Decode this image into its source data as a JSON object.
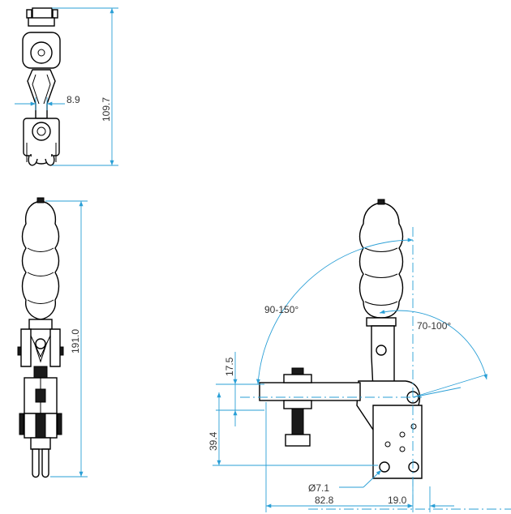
{
  "dimensions": {
    "pivot_spacing_top": "8.9",
    "height_top_view": "109.7",
    "overall_height": "191.0",
    "bar_offset": "17.5",
    "base_height": "39.4",
    "handle_swing": "90-150°",
    "arm_swing": "70-100°",
    "hole_diameter": "Ø7.1",
    "arm_length": "82.8",
    "base_width": "19.0"
  },
  "colors": {
    "dimension_line": "#2a9fd6",
    "outline": "#000000",
    "text": "#333333"
  }
}
